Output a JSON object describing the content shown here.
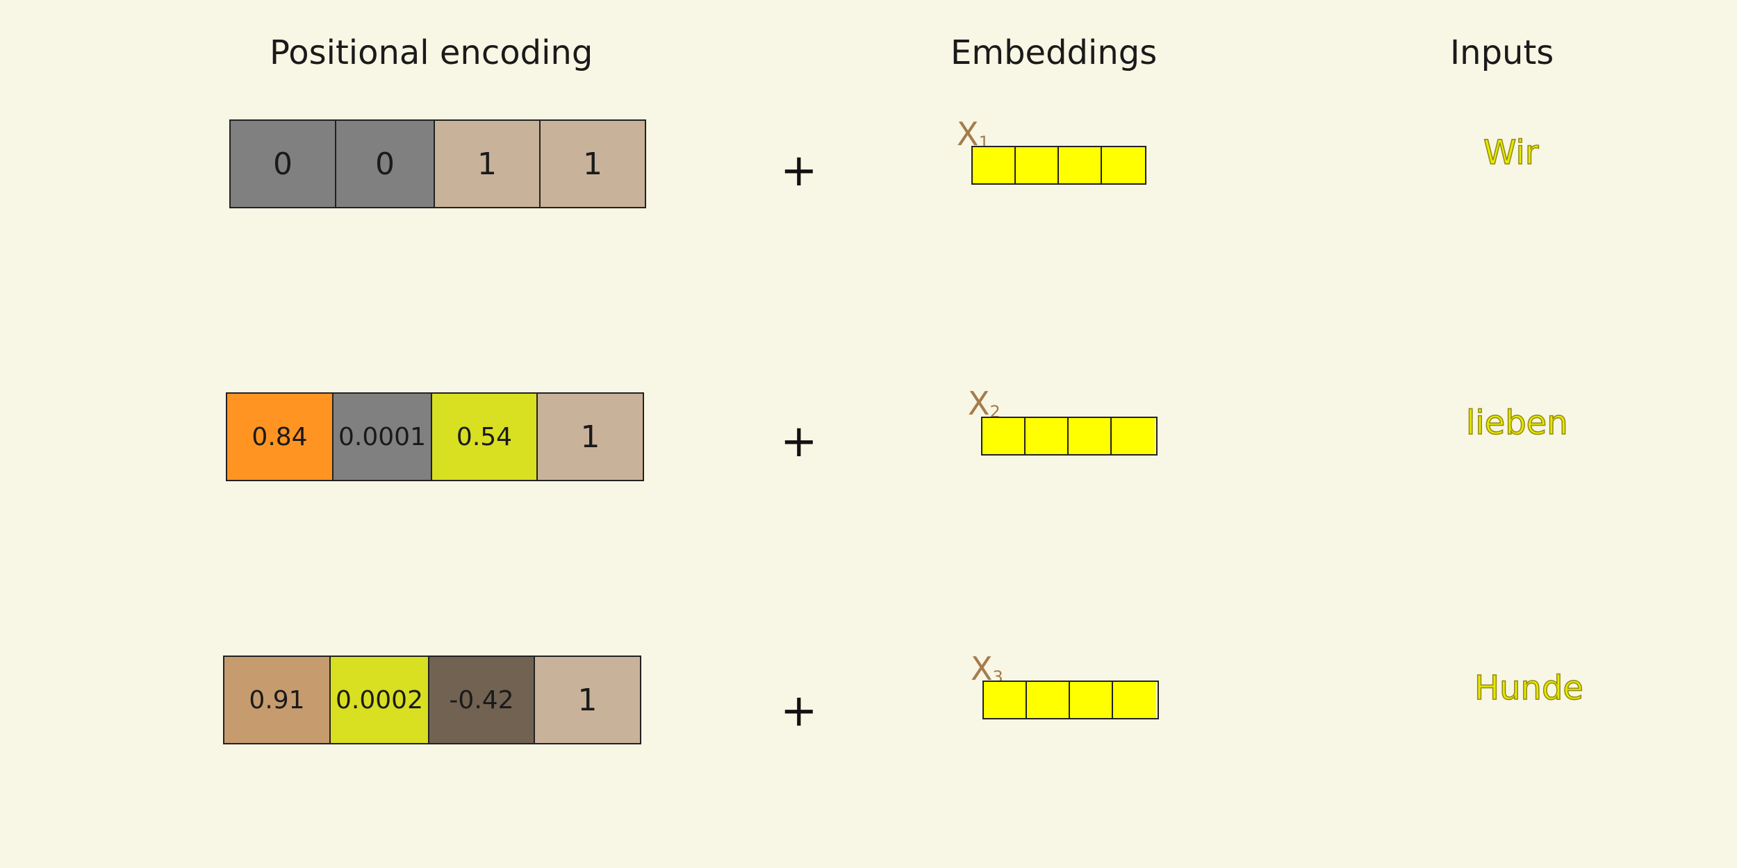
{
  "headings": {
    "positional_encoding": "Positional encoding",
    "embeddings": "Embeddings",
    "inputs": "Inputs"
  },
  "rows": [
    {
      "pe": [
        {
          "value": "0",
          "color": "#808080"
        },
        {
          "value": "0",
          "color": "#808080"
        },
        {
          "value": "1",
          "color": "#c8b29a"
        },
        {
          "value": "1",
          "color": "#c8b29a"
        }
      ],
      "operator": "+",
      "embedding": {
        "label": "X",
        "subscript": "1",
        "cell_color": "#ffff00"
      },
      "input": "Wir"
    },
    {
      "pe": [
        {
          "value": "0.84",
          "color": "#ff9422"
        },
        {
          "value": "0.0001",
          "color": "#808080"
        },
        {
          "value": "0.54",
          "color": "#d9df21"
        },
        {
          "value": "1",
          "color": "#c8b29a"
        }
      ],
      "operator": "+",
      "embedding": {
        "label": "X",
        "subscript": "2",
        "cell_color": "#ffff00"
      },
      "input": "lieben"
    },
    {
      "pe": [
        {
          "value": "0.91",
          "color": "#c69b6d"
        },
        {
          "value": "0.0002",
          "color": "#d9df21"
        },
        {
          "value": "-0.42",
          "color": "#716252"
        },
        {
          "value": "1",
          "color": "#c8b29a"
        }
      ],
      "operator": "+",
      "embedding": {
        "label": "X",
        "subscript": "3",
        "cell_color": "#ffff00"
      },
      "input": "Hunde"
    }
  ]
}
